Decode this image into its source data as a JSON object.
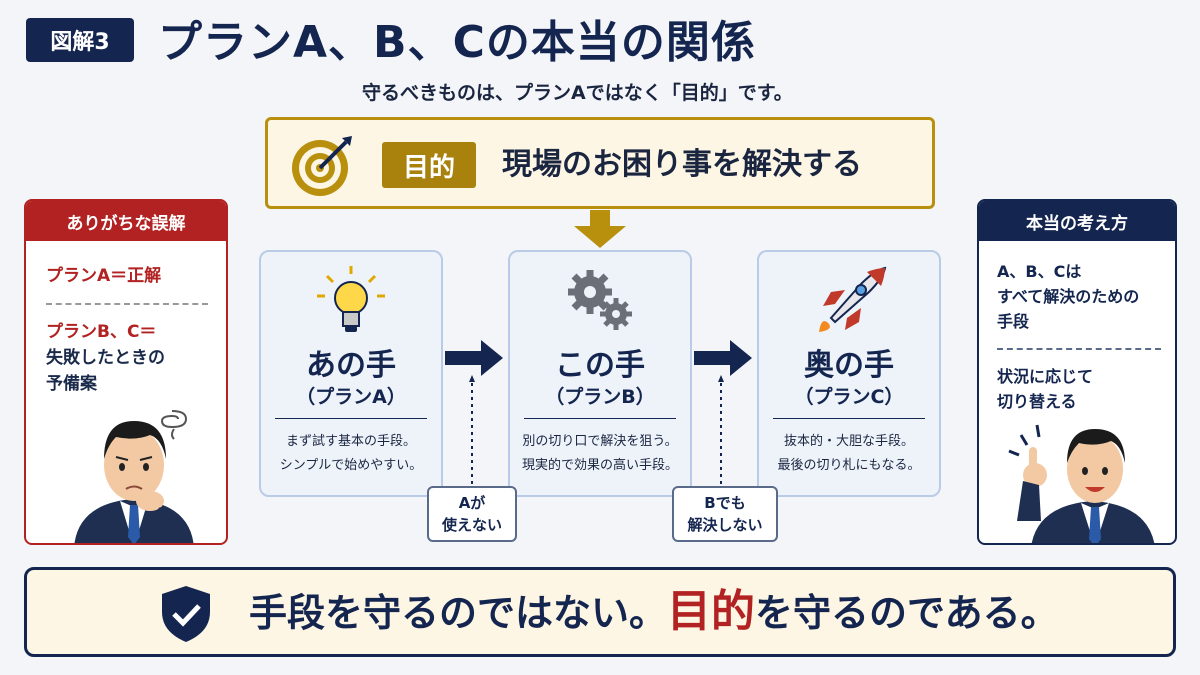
{
  "header": {
    "badge": "図解3",
    "title": "プランA、B、Cの本当の関係",
    "subtitle": "守るべきものは、プランAではなく「目的」です。"
  },
  "goal": {
    "icon": "target-icon",
    "tag": "目的",
    "text": "現場のお困り事を解決する"
  },
  "left_panel": {
    "heading": "ありがちな誤解",
    "item1": "プランA＝正解",
    "item2_line1": "プランB、C＝",
    "item2_line2": "失敗したときの",
    "item2_line3": "予備案"
  },
  "right_panel": {
    "heading": "本当の考え方",
    "item1_line1": "A、B、Cは",
    "item1_line2": "すべて解決のための",
    "item1_line3": "手段",
    "item2_line1": "状況に応じて",
    "item2_line2": "切り替える"
  },
  "cards": [
    {
      "icon": "lightbulb-icon",
      "name": "あの手",
      "sub": "（プランA）",
      "desc1": "まず試す基本の手段。",
      "desc2": "シンプルで始めやすい。"
    },
    {
      "icon": "gears-icon",
      "name": "この手",
      "sub": "（プランB）",
      "desc1": "別の切り口で解決を狙う。",
      "desc2": "現実的で効果の高い手段。"
    },
    {
      "icon": "rocket-icon",
      "name": "奥の手",
      "sub": "（プランC）",
      "desc1": "抜本的・大胆な手段。",
      "desc2": "最後の切り札にもなる。"
    }
  ],
  "notes": [
    {
      "line1": "Aが",
      "line2": "使えない"
    },
    {
      "line1": "Bでも",
      "line2": "解決しない"
    }
  ],
  "bottom": {
    "icon": "shield-check-icon",
    "text_before": "手段を守るのではない。",
    "highlight": "目的",
    "text_after": "を守るのである。"
  },
  "colors": {
    "navy": "#14264f",
    "red": "#b22222",
    "gold": "#b8900e",
    "cream": "#fdf6e4"
  }
}
